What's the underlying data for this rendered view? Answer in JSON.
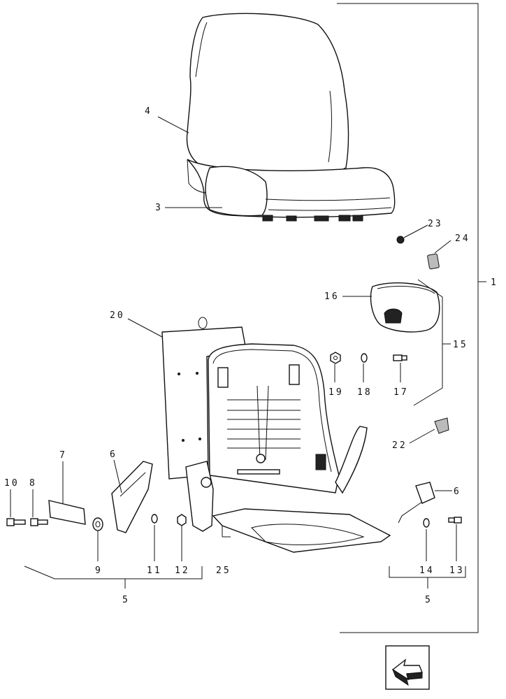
{
  "callouts": {
    "c1": "1",
    "c3": "3",
    "c4": "4",
    "c5_left": "5",
    "c5_right": "5",
    "c6_left": "6",
    "c6_right": "6",
    "c7": "7",
    "c8": "8",
    "c9": "9",
    "c10": "10",
    "c11": "11",
    "c12": "12",
    "c13": "13",
    "c14": "14",
    "c15": "15",
    "c16": "16",
    "c17": "17",
    "c18": "18",
    "c19": "19",
    "c20": "20",
    "c22": "22",
    "c23": "23",
    "c24": "24",
    "c25": "25"
  },
  "icons": {
    "nav": "next-page-arrow-icon"
  }
}
